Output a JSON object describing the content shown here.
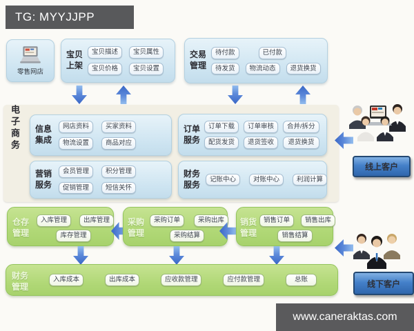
{
  "header": {
    "tag_label": "TG: MYYJJPP"
  },
  "footer": {
    "watermark": "www.caneraktas.com"
  },
  "colors": {
    "tag_bg": "#58595b",
    "node_blue": "#cde4f1",
    "panel_beige": "#f2efe4",
    "node_green": "#b1d877",
    "arrow_blue": "#3a67c6",
    "customer_button_blue": "#4480c9",
    "pill_border_blue": "#a6bed2",
    "pill_border_green": "#9cb97c"
  },
  "top_row": {
    "store": {
      "label": "零售网店"
    },
    "listing": {
      "title": "宝贝上架",
      "buttons": [
        "宝贝描述",
        "宝贝属性",
        "宝贝价格",
        "宝贝设置"
      ]
    },
    "trade": {
      "title": "交易管理",
      "row1": [
        "待付款",
        "已付款"
      ],
      "row2": [
        "待发货",
        "物流动态",
        "退货换货"
      ]
    }
  },
  "ecommerce": {
    "title": "电子商务",
    "info": {
      "title": "信息集成",
      "buttons": [
        "网店资料",
        "买家资料",
        "物流设置",
        "商品对应"
      ]
    },
    "marketing": {
      "title": "营销服务",
      "buttons": [
        "会员管理",
        "积分管理",
        "促销管理",
        "短信关怀"
      ]
    },
    "order": {
      "title": "订单服务",
      "buttons": [
        "订单下载",
        "订单审核",
        "合并/拆分",
        "配货发货",
        "退货签收",
        "退货换货"
      ]
    },
    "finance": {
      "title": "财务服务",
      "buttons": [
        "记账中心",
        "对账中心",
        "利润计算"
      ]
    }
  },
  "customers": {
    "online": {
      "label": "线上客户"
    },
    "offline": {
      "label": "线下客户"
    }
  },
  "erp": {
    "warehouse": {
      "title": "仓存管理",
      "buttons": [
        "入库管理",
        "出库管理",
        "库存管理"
      ]
    },
    "purchase": {
      "title": "采购管理",
      "buttons": [
        "采购订单",
        "采购出库",
        "采购结算"
      ]
    },
    "sales": {
      "title": "销货管理",
      "buttons": [
        "销售订单",
        "销售出库",
        "销售结算"
      ]
    },
    "finance": {
      "title": "财务管理",
      "buttons": [
        "入库成本",
        "出库成本",
        "应收款管理",
        "应付款管理",
        "总账"
      ]
    }
  }
}
